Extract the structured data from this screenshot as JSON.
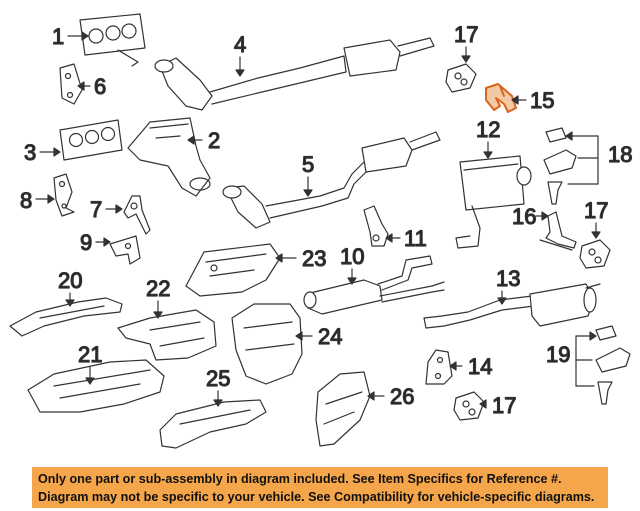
{
  "colors": {
    "accent": "#d9641e",
    "footer_bg": "#f5a54a",
    "line": "#333333"
  },
  "callouts": {
    "n1": "1",
    "n2": "2",
    "n3": "3",
    "n4": "4",
    "n5": "5",
    "n6": "6",
    "n7": "7",
    "n8": "8",
    "n9": "9",
    "n10": "10",
    "n11": "11",
    "n12": "12",
    "n13": "13",
    "n14": "14",
    "n15": "15",
    "n16": "16",
    "n17a": "17",
    "n17b": "17",
    "n17c": "17",
    "n18": "18",
    "n19": "19",
    "n20": "20",
    "n21": "21",
    "n22": "22",
    "n23": "23",
    "n24": "24",
    "n25": "25",
    "n26": "26"
  },
  "highlighted_part": "15",
  "footer": {
    "line1": "Only one part or sub-assembly in diagram included. See Item Specifics for Reference #.",
    "line2": "Diagram may not be specific to your vehicle. See Compatibility for vehicle-specific diagrams."
  }
}
